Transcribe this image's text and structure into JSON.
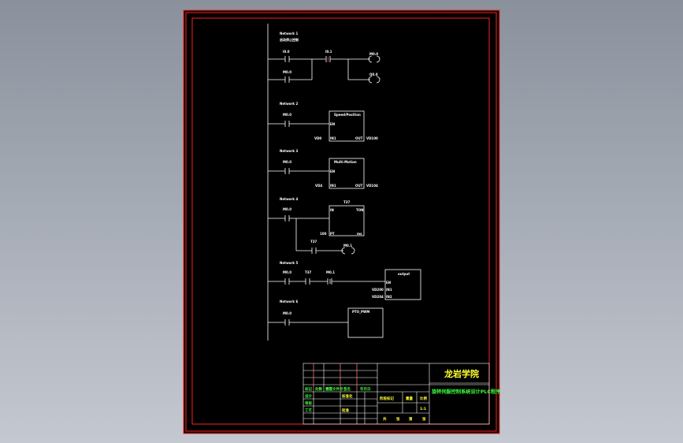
{
  "drawing": {
    "networks": [
      {
        "title": "Network 1",
        "comment": "启动停止控制"
      },
      {
        "title": "Network 2"
      },
      {
        "title": "Network 3"
      },
      {
        "title": "Network 4"
      },
      {
        "title": "Network 5"
      },
      {
        "title": "Network 6"
      }
    ],
    "n1": {
      "c1": "I0.0",
      "c2": "M0.0",
      "c3": "I0.1",
      "coil1": "M0.0",
      "coil2": "Q0.0"
    },
    "n2": {
      "contact": "M0.0",
      "box": "Speed/Position",
      "en": "EN",
      "in": "IN1",
      "out": "OUT",
      "in_val": "VD0",
      "out_val": "VD100"
    },
    "n3": {
      "contact": "M0.0",
      "box": "Multi-Motion",
      "en": "EN",
      "in": "IN1",
      "out": "OUT",
      "in_val": "VD4",
      "out_val": "VD104"
    },
    "n4": {
      "contact": "M0.0",
      "timer_no": "T37",
      "box": "TON",
      "in": "IN",
      "pt": "PT",
      "pt_val": "100",
      "unit": "ms",
      "t_contact": "T37",
      "coil": "M0.1"
    },
    "n5": {
      "contact1": "M0.0",
      "contact2": "T37",
      "contact3": "M0.1",
      "box": "output",
      "en": "EN",
      "in1": "IN1",
      "in2": "IN2",
      "in1_val": "VD200",
      "in2_val": "VD204"
    },
    "n6": {
      "contact": "M0.0",
      "box": "PTO_PWM"
    }
  },
  "title_block": {
    "school": "龙岩学院",
    "drawing_title": "旋转伺服控制系统设计PLC程序",
    "grid_headers": [
      "标记",
      "处数",
      "分区",
      "更改文件号",
      "签名",
      "年月日"
    ],
    "roles_left": [
      "设计",
      "审核",
      "工艺"
    ],
    "roles_mid": [
      "标准化",
      "批准"
    ],
    "stage_label": "阶段标记",
    "weight_label": "重量",
    "scale_label": "比例",
    "scale_value": "1:1",
    "sheet_text": [
      "共",
      "张",
      "第",
      "张"
    ]
  },
  "colors": {
    "background": "#9aa1ab",
    "sheet": "#000000",
    "border": "#ff2020",
    "lines": "#ffffff",
    "title_green": "#3cff3c",
    "title_yellow": "#ffff33"
  }
}
